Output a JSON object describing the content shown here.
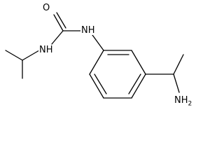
{
  "molecule": {
    "atom_labels": {
      "oxygen": "O",
      "nh_left": "NH",
      "nh_right": "NH",
      "amine": "NH",
      "amine_subscript": "2"
    },
    "colors": {
      "bond": "#000000",
      "text": "#000000",
      "background": "#ffffff"
    }
  }
}
